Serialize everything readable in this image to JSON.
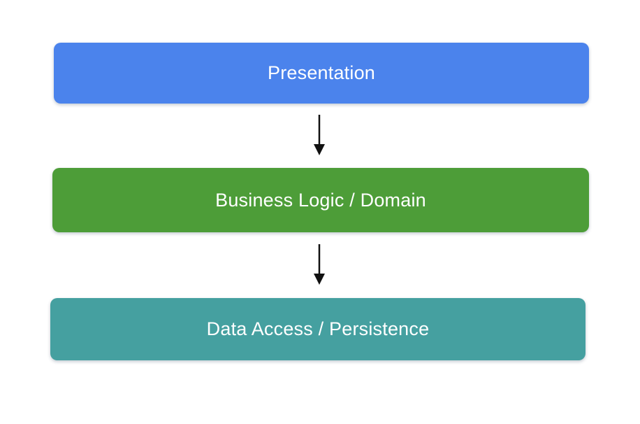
{
  "diagram": {
    "background": "#ffffff",
    "arrow_color": "#111111",
    "layers": [
      {
        "id": "presentation",
        "label": "Presentation",
        "fill": "#4b83ec",
        "text_color": "#ffffff"
      },
      {
        "id": "business-logic",
        "label": "Business Logic / Domain",
        "fill": "#4d9d38",
        "text_color": "#ffffff"
      },
      {
        "id": "data-access",
        "label": "Data Access / Persistence",
        "fill": "#45a0a0",
        "text_color": "#ffffff"
      }
    ]
  }
}
